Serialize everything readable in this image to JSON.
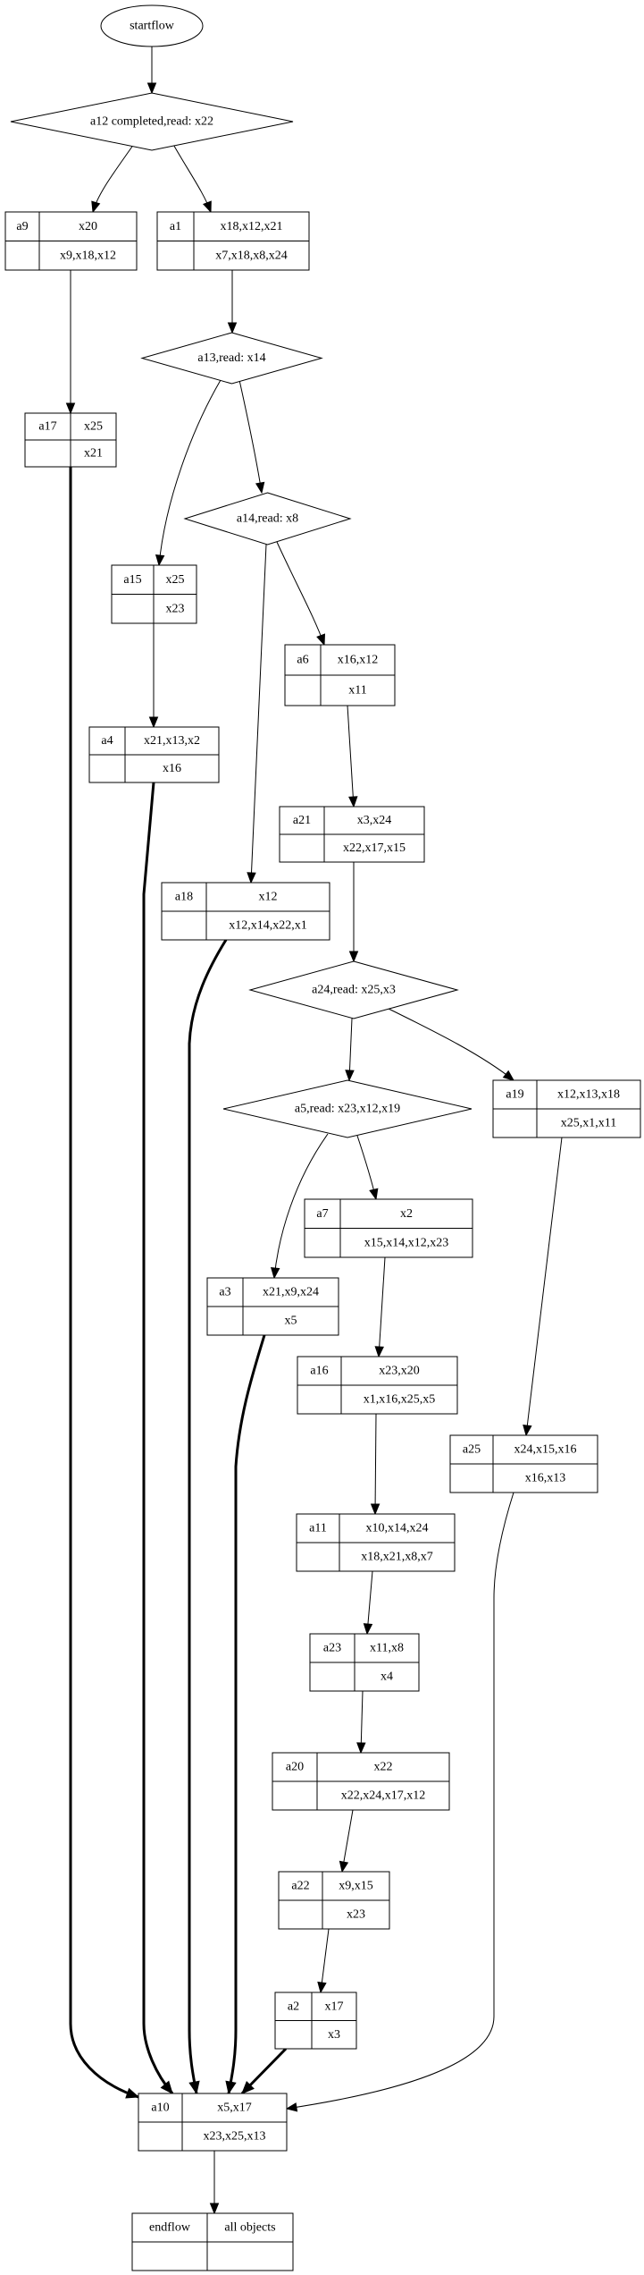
{
  "diagram": {
    "type": "flowchart",
    "start": {
      "id": "startflow",
      "label": "startflow"
    },
    "decisions": [
      {
        "id": "d_a12",
        "label": "a12 completed,read: x22"
      },
      {
        "id": "d_a13",
        "label": "a13,read: x14"
      },
      {
        "id": "d_a14",
        "label": "a14,read: x8"
      },
      {
        "id": "d_a24",
        "label": "a24,read: x25,x3"
      },
      {
        "id": "d_a5",
        "label": "a5,read: x23,x12,x19"
      }
    ],
    "activities": [
      {
        "id": "a9",
        "name": "a9",
        "writes": "x20",
        "reads": "x9,x18,x12"
      },
      {
        "id": "a1",
        "name": "a1",
        "writes": "x18,x12,x21",
        "reads": "x7,x18,x8,x24"
      },
      {
        "id": "a17",
        "name": "a17",
        "writes": "x25",
        "reads": "x21"
      },
      {
        "id": "a15",
        "name": "a15",
        "writes": "x25",
        "reads": "x23"
      },
      {
        "id": "a6",
        "name": "a6",
        "writes": "x16,x12",
        "reads": "x11"
      },
      {
        "id": "a4",
        "name": "a4",
        "writes": "x21,x13,x2",
        "reads": "x16"
      },
      {
        "id": "a21",
        "name": "a21",
        "writes": "x3,x24",
        "reads": "x22,x17,x15"
      },
      {
        "id": "a18",
        "name": "a18",
        "writes": "x12",
        "reads": "x12,x14,x22,x1"
      },
      {
        "id": "a19",
        "name": "a19",
        "writes": "x12,x13,x18",
        "reads": "x25,x1,x11"
      },
      {
        "id": "a7",
        "name": "a7",
        "writes": "x2",
        "reads": "x15,x14,x12,x23"
      },
      {
        "id": "a3",
        "name": "a3",
        "writes": "x21,x9,x24",
        "reads": "x5"
      },
      {
        "id": "a16",
        "name": "a16",
        "writes": "x23,x20",
        "reads": "x1,x16,x25,x5"
      },
      {
        "id": "a25",
        "name": "a25",
        "writes": "x24,x15,x16",
        "reads": "x16,x13"
      },
      {
        "id": "a11",
        "name": "a11",
        "writes": "x10,x14,x24",
        "reads": "x18,x21,x8,x7"
      },
      {
        "id": "a23",
        "name": "a23",
        "writes": "x11,x8",
        "reads": "x4"
      },
      {
        "id": "a20",
        "name": "a20",
        "writes": "x22",
        "reads": "x22,x24,x17,x12"
      },
      {
        "id": "a22",
        "name": "a22",
        "writes": "x9,x15",
        "reads": "x23"
      },
      {
        "id": "a2",
        "name": "a2",
        "writes": "x17",
        "reads": "x3"
      },
      {
        "id": "a10",
        "name": "a10",
        "writes": "x5,x17",
        "reads": "x23,x25,x13"
      },
      {
        "id": "endflow",
        "name": "endflow",
        "writes": "all objects",
        "reads": ""
      }
    ],
    "edges": [
      {
        "from": "startflow",
        "to": "d_a12",
        "bold": false
      },
      {
        "from": "d_a12",
        "to": "a9",
        "bold": false
      },
      {
        "from": "d_a12",
        "to": "a1",
        "bold": false
      },
      {
        "from": "a9",
        "to": "a17",
        "bold": false
      },
      {
        "from": "a1",
        "to": "d_a13",
        "bold": false
      },
      {
        "from": "d_a13",
        "to": "a15",
        "bold": false
      },
      {
        "from": "d_a13",
        "to": "d_a14",
        "bold": false
      },
      {
        "from": "a15",
        "to": "a4",
        "bold": false
      },
      {
        "from": "d_a14",
        "to": "a6",
        "bold": false
      },
      {
        "from": "d_a14",
        "to": "a18",
        "bold": false
      },
      {
        "from": "a6",
        "to": "a21",
        "bold": false
      },
      {
        "from": "a21",
        "to": "d_a24",
        "bold": false
      },
      {
        "from": "d_a24",
        "to": "d_a5",
        "bold": false
      },
      {
        "from": "d_a24",
        "to": "a19",
        "bold": false
      },
      {
        "from": "d_a5",
        "to": "a7",
        "bold": false
      },
      {
        "from": "d_a5",
        "to": "a3",
        "bold": false
      },
      {
        "from": "a7",
        "to": "a16",
        "bold": false
      },
      {
        "from": "a19",
        "to": "a25",
        "bold": false
      },
      {
        "from": "a16",
        "to": "a11",
        "bold": false
      },
      {
        "from": "a11",
        "to": "a23",
        "bold": false
      },
      {
        "from": "a23",
        "to": "a20",
        "bold": false
      },
      {
        "from": "a20",
        "to": "a22",
        "bold": false
      },
      {
        "from": "a22",
        "to": "a2",
        "bold": false
      },
      {
        "from": "a17",
        "to": "a10",
        "bold": true
      },
      {
        "from": "a4",
        "to": "a10",
        "bold": true
      },
      {
        "from": "a18",
        "to": "a10",
        "bold": true
      },
      {
        "from": "a3",
        "to": "a10",
        "bold": true
      },
      {
        "from": "a2",
        "to": "a10",
        "bold": true
      },
      {
        "from": "a25",
        "to": "a10",
        "bold": false
      },
      {
        "from": "a10",
        "to": "endflow",
        "bold": false
      }
    ]
  }
}
